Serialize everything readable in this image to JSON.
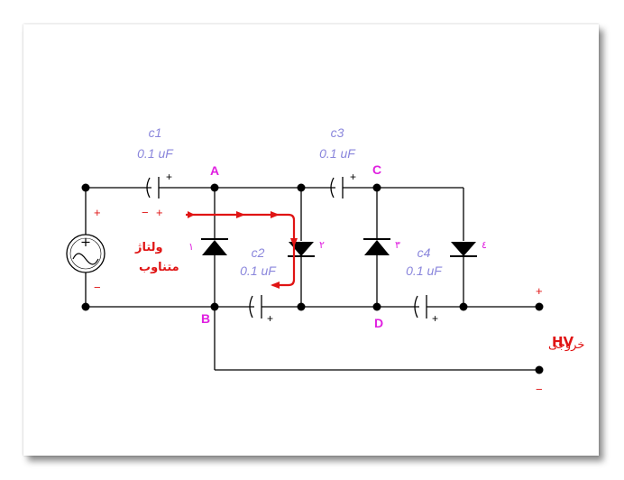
{
  "colors": {
    "capacitor_label": "#8a86dc",
    "node_label": "#e020e0",
    "annotation": "#e01414",
    "wire": "#000000"
  },
  "capacitors": {
    "c1": {
      "name": "c1",
      "value": "0.1 uF"
    },
    "c2": {
      "name": "c2",
      "value": "0.1 uF"
    },
    "c3": {
      "name": "c3",
      "value": "0.1 uF"
    },
    "c4": {
      "name": "c4",
      "value": "0.1 uF"
    }
  },
  "nodes": {
    "a": "A",
    "b": "B",
    "c": "C",
    "d": "D"
  },
  "diodes": {
    "d1": "١",
    "d2": "٢",
    "d3": "٣",
    "d4": "٤"
  },
  "source": {
    "label_line1": "ولتاژ",
    "label_line2": "متناوب",
    "plus": "+",
    "minus": "−"
  },
  "output": {
    "label_hv": "HV",
    "label_text": "خروجی",
    "plus": "+",
    "minus": "−"
  },
  "polarity": {
    "plus": "+",
    "minus": "−"
  },
  "icons": {
    "source": "ac-voltage-source-icon",
    "diode": "diode-icon",
    "capacitor": "capacitor-icon",
    "arrow": "current-path-arrow-icon"
  }
}
